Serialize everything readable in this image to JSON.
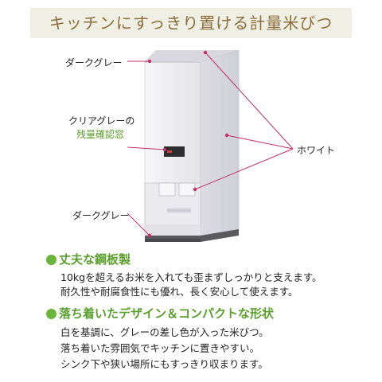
{
  "header": {
    "title": "キッチンにすっきり置ける計量米びつ"
  },
  "callouts": {
    "top_left": "ダークグレー",
    "window_line1": "クリアグレーの",
    "window_line2": "残量確認窓",
    "bottom_left": "ダークグレー",
    "right": "ホワイト"
  },
  "colors": {
    "title_band": "#efefe3",
    "title_text": "#8a6d3b",
    "accent_green": "#5aa02c",
    "leader_line": "#c0306a",
    "product_white": "#ececef",
    "product_dark": "#555555"
  },
  "sections": [
    {
      "heading": "丈夫な鋼板製",
      "lines": [
        "10kgを超えるお米を入れても歪まずしっかりと支えます。",
        "耐久性や耐腐食性にも優れ、長く安心して使えます。"
      ]
    },
    {
      "heading": "落ち着いたデザイン＆コンパクトな形状",
      "lines": [
        "白を基調に、グレーの差し色が入った米びつ。",
        "落ち着いた雰囲気でキッチンに置きやすい。",
        "シンク下や狭い場所にもすっきり収まります。"
      ]
    }
  ]
}
